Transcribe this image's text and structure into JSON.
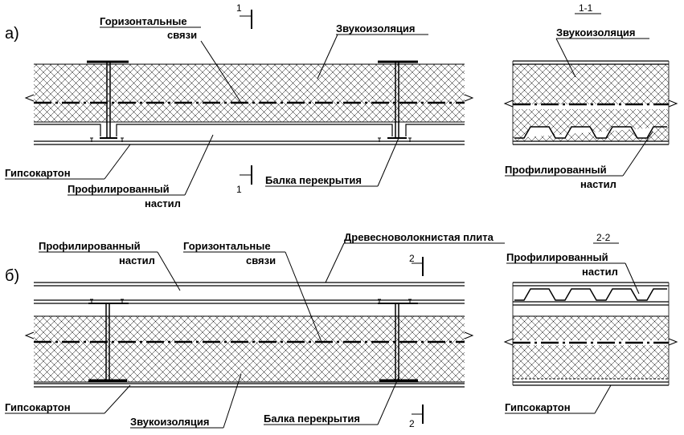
{
  "variant_a": {
    "marker": "а)",
    "section_title": "1-1",
    "section_mark_top": "1",
    "section_mark_bottom": "1",
    "labels": {
      "horiz_ties_1": "Горизонтальные",
      "horiz_ties_2": "связи",
      "sound_insulation": "Звукоизоляция",
      "sound_insulation_section": "Звукоизоляция",
      "gypsum": "Гипсокартон",
      "profiled_deck_1": "Профилированный",
      "profiled_deck_2": "настил",
      "floor_beam": "Балка перекрытия",
      "profiled_deck_section_1": "Профилированный",
      "profiled_deck_section_2": "настил"
    }
  },
  "variant_b": {
    "marker": "б)",
    "section_title": "2-2",
    "section_mark_top": "2",
    "section_mark_bottom": "2",
    "labels": {
      "profiled_deck_1": "Профилированный",
      "profiled_deck_2": "настил",
      "horiz_ties_1": "Горизонтальные",
      "horiz_ties_2": "связи",
      "fiberboard": "Древесноволокнистая плита",
      "profiled_deck_section_1": "Профилированный",
      "profiled_deck_section_2": "настил",
      "gypsum": "Гипсокартон",
      "sound_insulation": "Звукоизоляция",
      "floor_beam": "Балка перекрытия",
      "gypsum_section": "Гипсокартон"
    }
  },
  "colors": {
    "line": "#000000",
    "hatch": "#000000",
    "background": "#ffffff"
  }
}
